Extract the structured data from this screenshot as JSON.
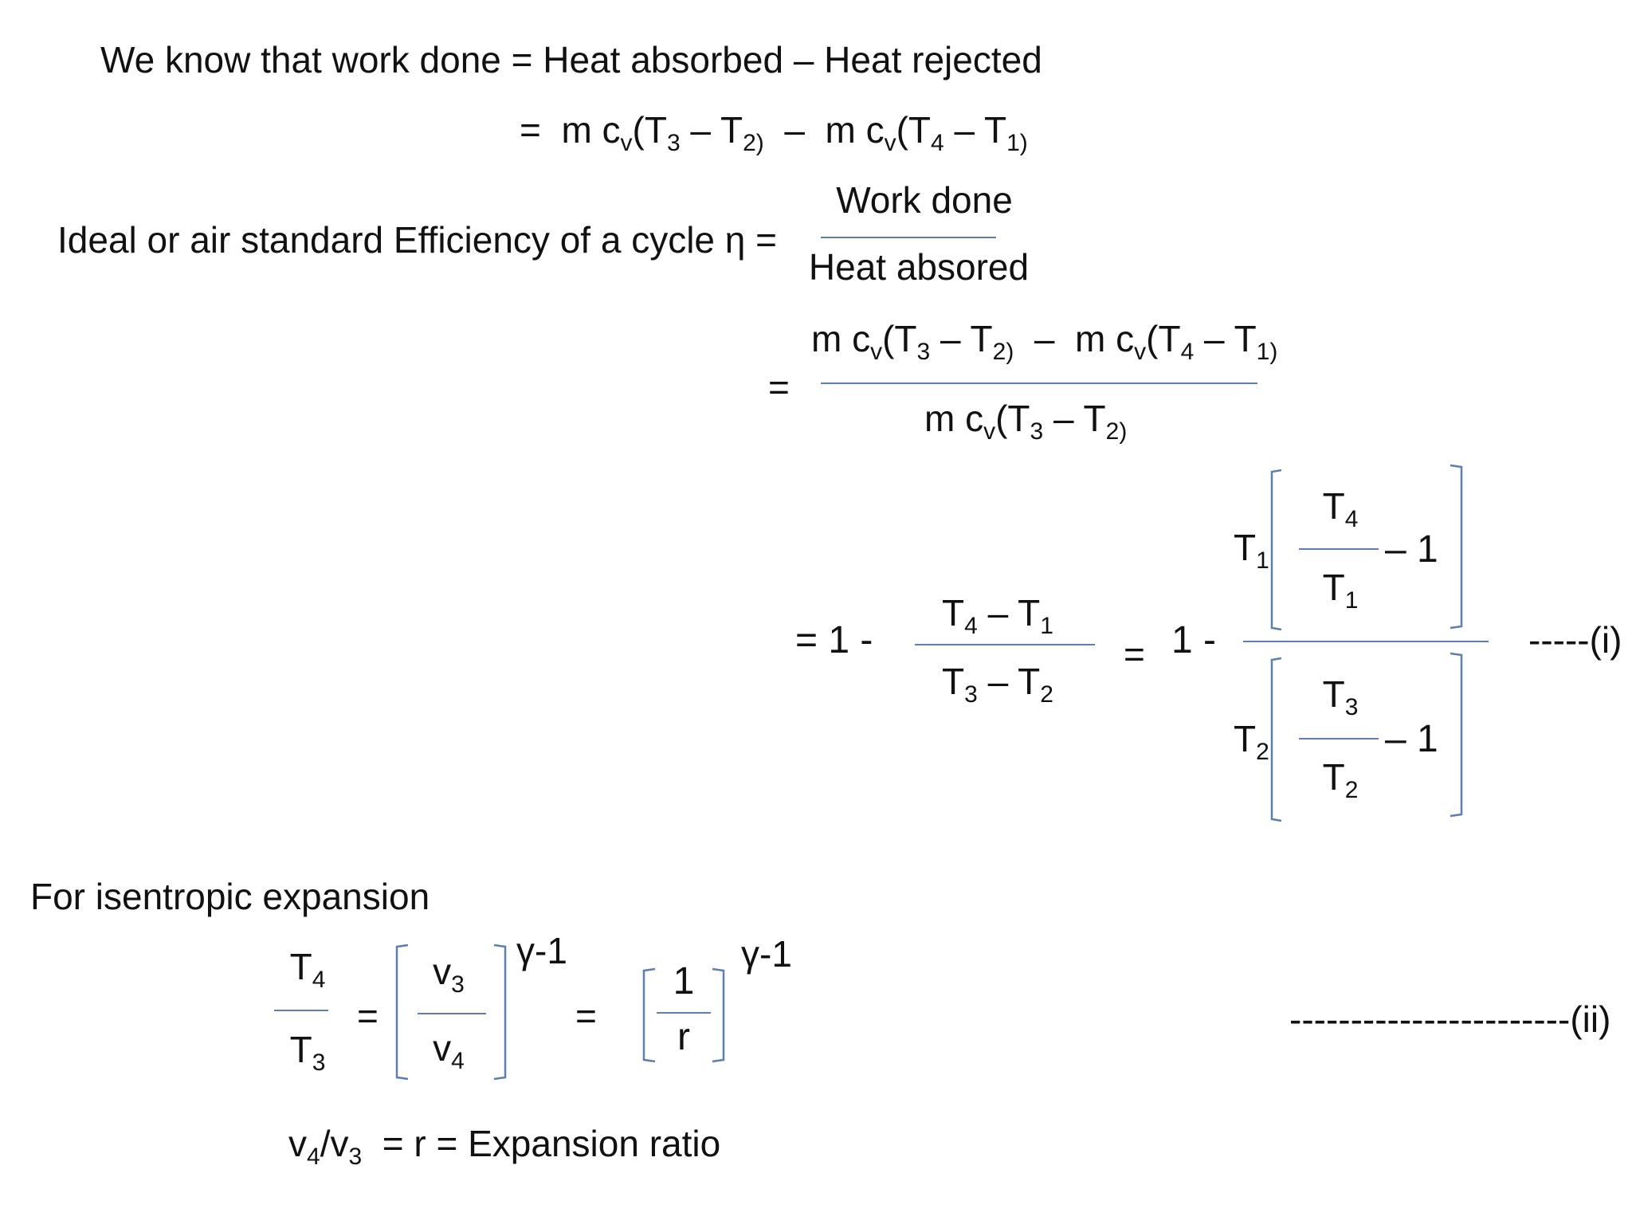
{
  "line1": "We know that work done = Heat absorbed – Heat rejected",
  "line2_expr": {
    "eq": "=",
    "term1": "m c",
    "minus": "–",
    "term2": "m c"
  },
  "efficiency_label": "Ideal or air standard Efficiency of a cycle η =",
  "frac_work": "Work done",
  "frac_heat": "Heat absored",
  "eq_sign": "=",
  "one_minus": "= 1 -",
  "one_minus_b": "1 -",
  "minus_one": "– 1",
  "eq_i": "-----(i)",
  "isentropic_label": "For isentropic expansion",
  "gamma_exp": "γ-1",
  "one": "1",
  "r": "r",
  "eq_ii": "-----------------------(ii)",
  "ratio_tail": "=  r = Expansion ratio"
}
